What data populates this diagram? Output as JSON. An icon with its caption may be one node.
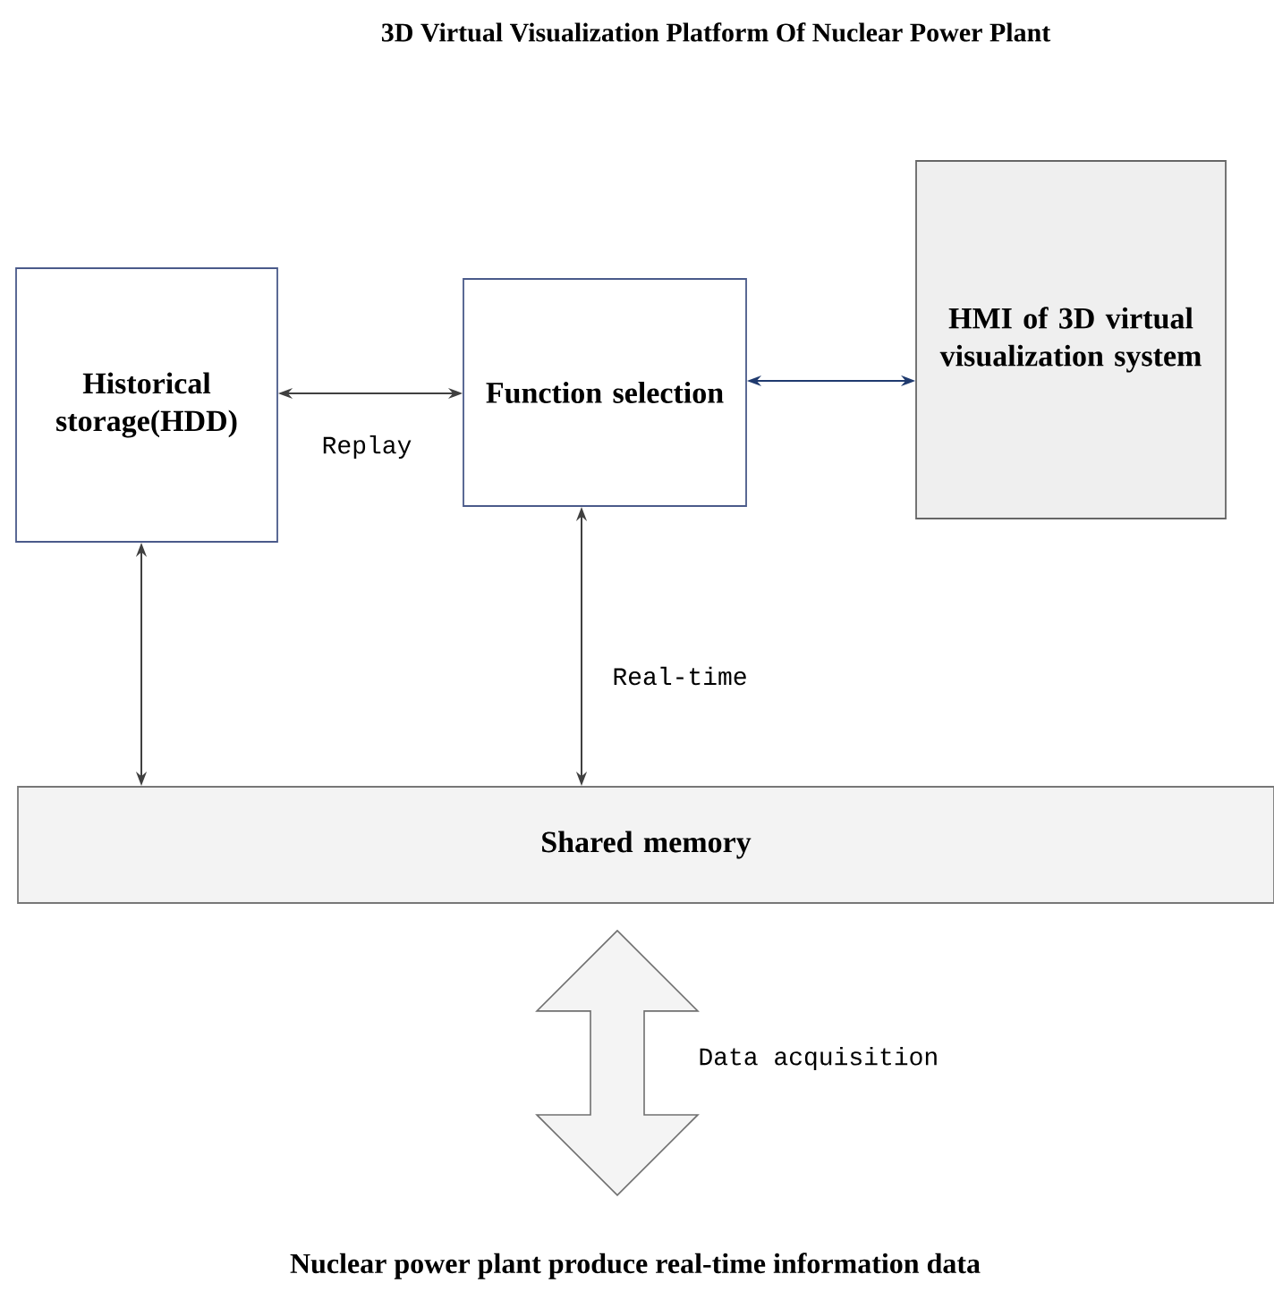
{
  "diagram": {
    "title": "3D Virtual Visualization Platform Of Nuclear Power Plant",
    "nodes": [
      {
        "text": [
          "Historical storage(HDD)"
        ]
      },
      {
        "text": [
          "Function selection"
        ]
      },
      {
        "text": [
          "HMI of 3D virtual visualization system"
        ]
      },
      {
        "text": [
          "Shared memory"
        ]
      },
      {
        "text": [
          "Nuclear power plant produce real-time information data"
        ]
      }
    ],
    "edges": [
      {
        "from": 0,
        "to": 1,
        "arrow": "both",
        "label": "Replay"
      },
      {
        "from": 1,
        "to": 2,
        "arrow": "both",
        "color": "#1f3a6e"
      },
      {
        "from": 0,
        "to": 3,
        "arrow": "both"
      },
      {
        "from": 1,
        "to": 3,
        "arrow": "both",
        "label": "Real-time"
      },
      {
        "from": 3,
        "to": 4,
        "arrow": "both",
        "label": "Data acquisition",
        "style": "thick"
      }
    ]
  }
}
